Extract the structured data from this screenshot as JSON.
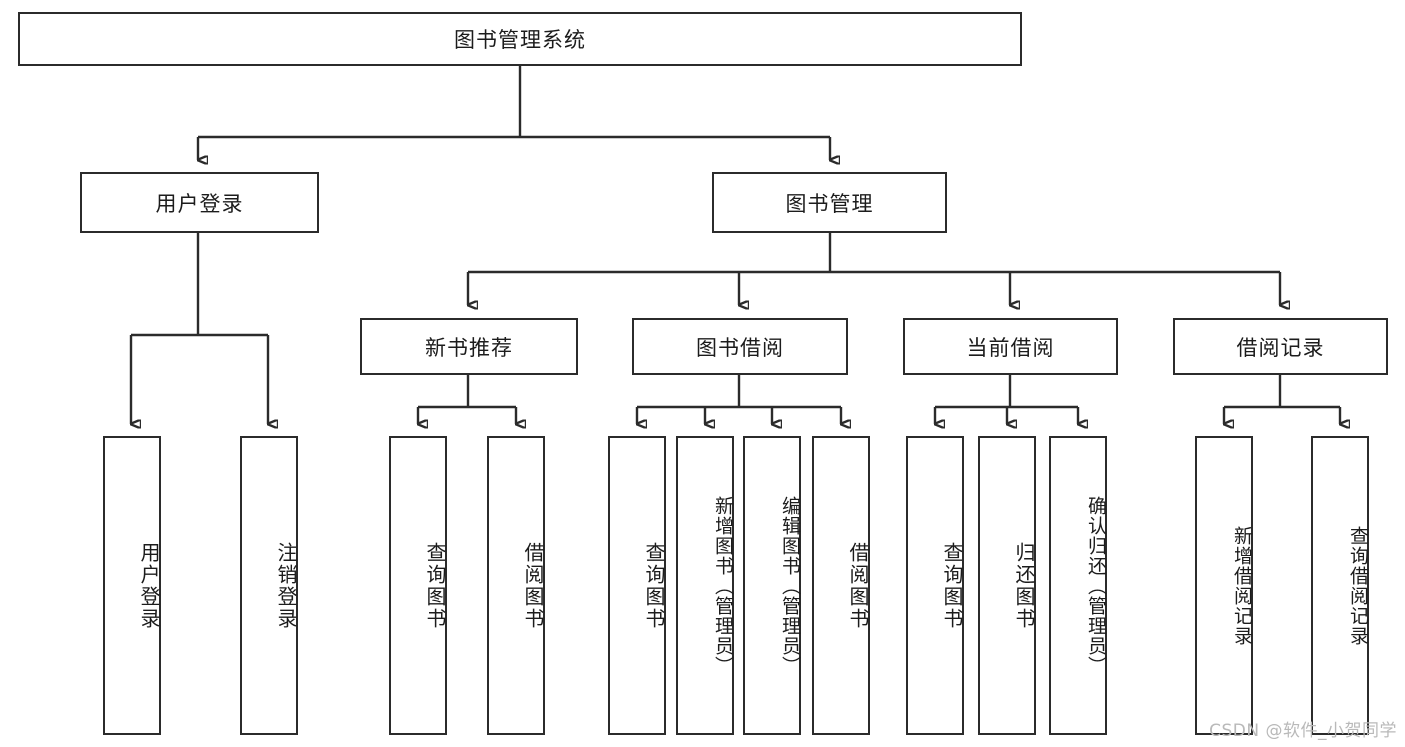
{
  "diagram": {
    "type": "tree",
    "title": "图书管理系统",
    "watermark": "CSDN @软件_小贺同学",
    "colors": {
      "stroke": "#2b2b2b",
      "fill": "#ffffff",
      "text": "#1c1c1c",
      "watermark": "#b9b9b9"
    },
    "root": {
      "label": "图书管理系统"
    },
    "level1": [
      {
        "label": "用户登录"
      },
      {
        "label": "图书管理"
      }
    ],
    "level2": [
      {
        "label": "新书推荐"
      },
      {
        "label": "图书借阅"
      },
      {
        "label": "当前借阅"
      },
      {
        "label": "借阅记录"
      }
    ],
    "leaves": {
      "user_login": [
        {
          "label": "用户登录"
        },
        {
          "label": "注销登录"
        }
      ],
      "new_book_recommend": [
        {
          "label": "查询图书"
        },
        {
          "label": "借阅图书"
        }
      ],
      "book_borrow": [
        {
          "label": "查询图书"
        },
        {
          "label": "新增图书（管理员）"
        },
        {
          "label": "编辑图书（管理员）"
        },
        {
          "label": "借阅图书"
        }
      ],
      "current_borrow": [
        {
          "label": "查询图书"
        },
        {
          "label": "归还图书"
        },
        {
          "label": "确认归还（管理员）"
        }
      ],
      "borrow_record": [
        {
          "label": "新增借阅记录"
        },
        {
          "label": "查询借阅记录"
        }
      ]
    }
  }
}
